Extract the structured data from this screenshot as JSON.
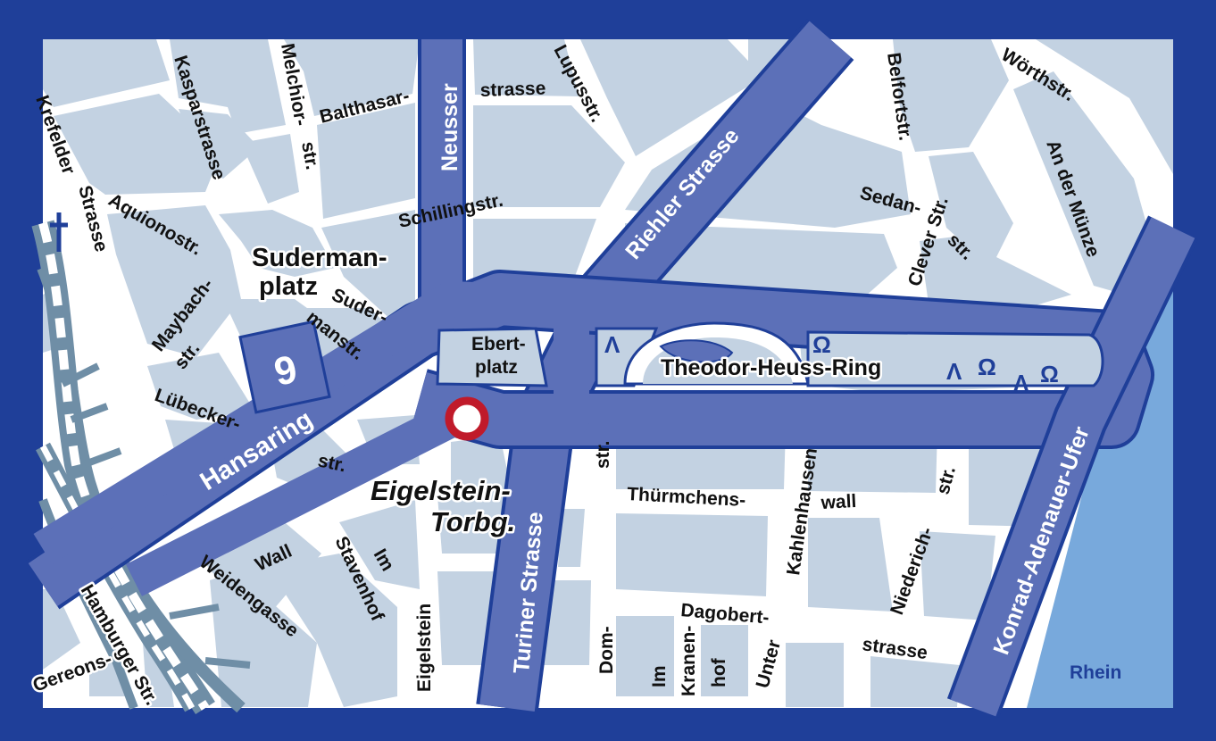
{
  "colors": {
    "frame": "#1f3f99",
    "block": "#c3d2e2",
    "street": "#ffffff",
    "main_road": "#5c70b8",
    "river": "#78a9dc",
    "rail": "#6f8ea6",
    "marker": "#c01a2a"
  },
  "icons": {
    "station_marker": "ring-marker",
    "church": "cross-icon",
    "park_symbols": "arch-omega-glyphs"
  },
  "labels": {
    "krefelder": "Krefelder",
    "strasse_krefelder": "Strasse",
    "kasparstrasse": "Kasparstrasse",
    "melchior": "Melchior-",
    "melchior_str": "str.",
    "balthasar": "Balthasar-",
    "balthasar_strasse": "strasse",
    "neusser": "Neusser",
    "lupusstr": "Lupusstr.",
    "riehler": "Riehler Strasse",
    "belfortstr": "Belfortstr.",
    "woerthstr": "Wörthstr.",
    "an_der_muenze": "An der Münze",
    "aquionostr": "Aquionostr.",
    "schillingstr": "Schillingstr.",
    "sedan": "Sedan-",
    "sedan_str": "str.",
    "clever": "Clever Str.",
    "sudermanplatz_1": "Suderman-",
    "sudermanplatz_2": "platz",
    "maybach": "Maybach-",
    "maybach_str": "str.",
    "suder": "Suder-",
    "manstr": "manstr.",
    "ebertplatz_1": "Ebert-",
    "ebertplatz_2": "platz",
    "theodor": "Theodor-Heuss-Ring",
    "konrad": "Konrad-Adenauer-Ufer",
    "luebecker": "Lübecker-",
    "luebecker_str": "str.",
    "hansaring": "Hansaring",
    "eigelstein_torbg_1": "Eigelstein-",
    "eigelstein_torbg_2": "Torbg.",
    "turiner": "Turiner Strasse",
    "str_vertical": "str.",
    "thuermchens": "Thürmchens-",
    "wall": "wall",
    "kahlenhausen": "Kahlenhausen",
    "niederich": "Niederich-",
    "niederich_str": "str.",
    "wall_left": "Wall",
    "weidengasse": "Weidengasse",
    "stavenhof": "Stavenhof",
    "im_1": "Im",
    "eigelstein": "Eigelstein",
    "dom": "Dom-",
    "im_2": "Im",
    "kranen": "Kranen-",
    "hof": "hof",
    "dagobert": "Dagobert-",
    "dagobert_strasse": "strasse",
    "unter": "Unter",
    "hamburger": "Hamburger Str.",
    "gereons": "Gereons-",
    "rhein": "Rhein",
    "parking_number": "9"
  }
}
